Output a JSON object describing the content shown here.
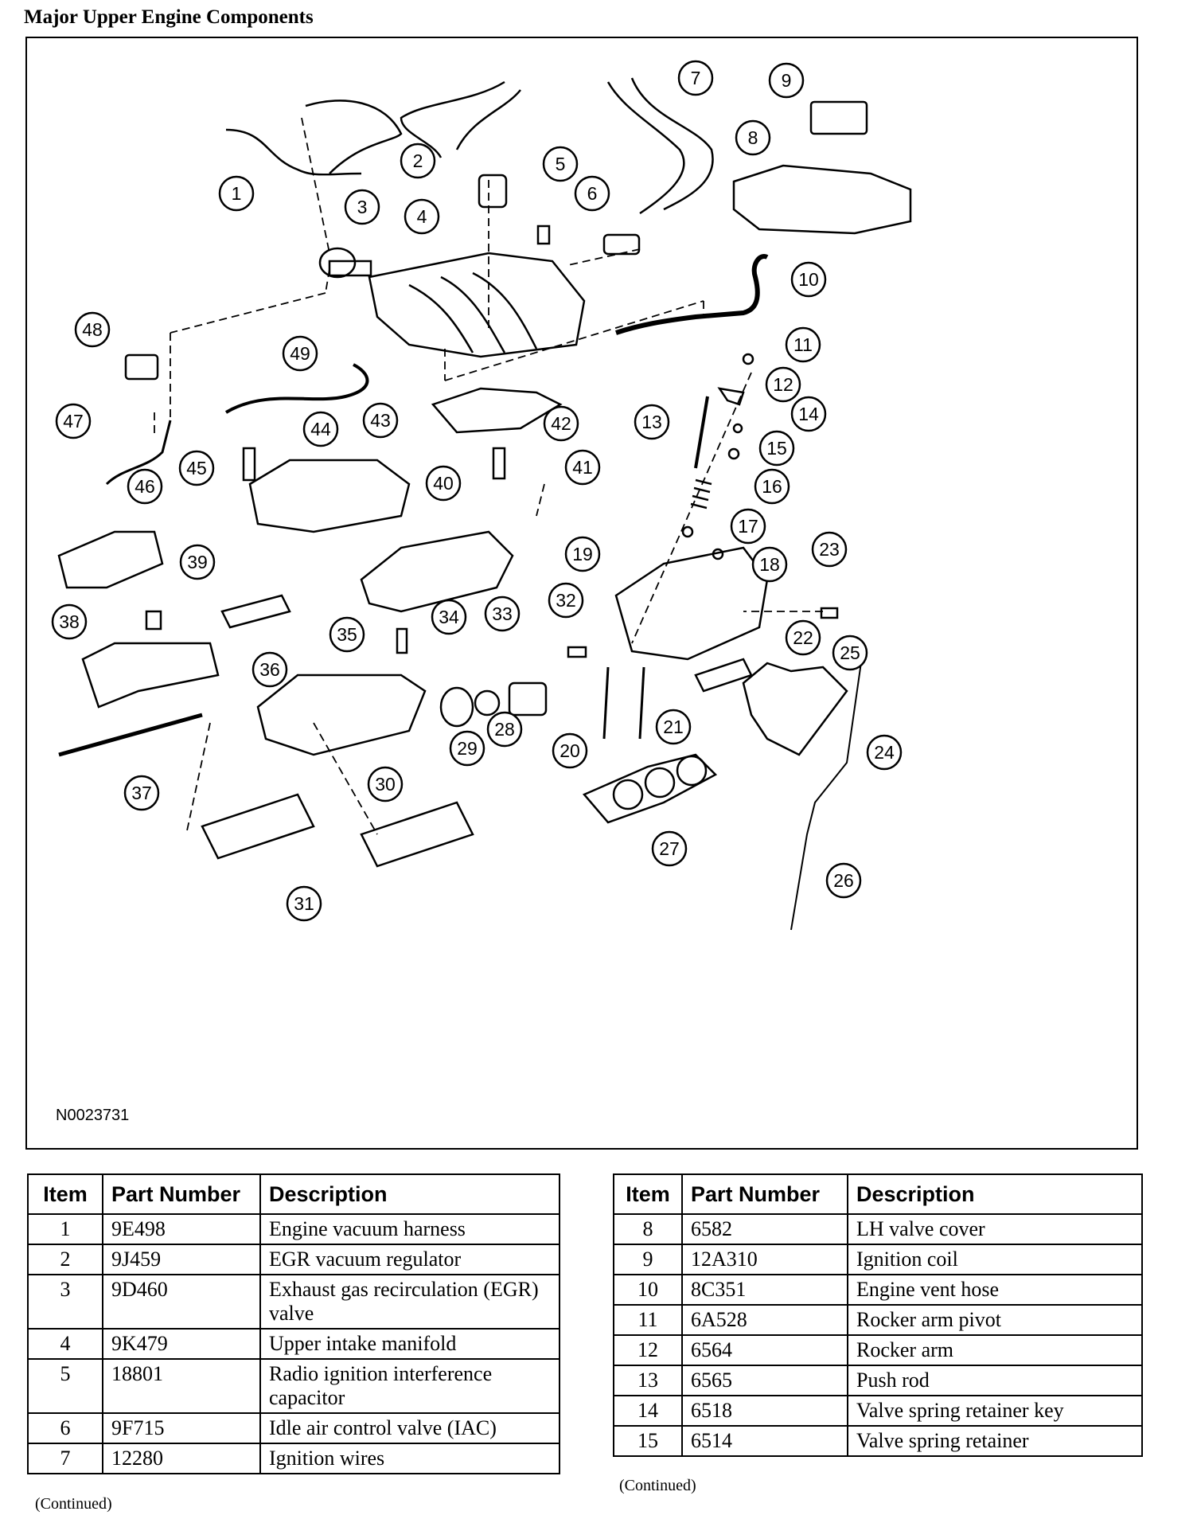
{
  "title": "Major Upper Engine Components",
  "figure": {
    "code": "N0023731",
    "callouts": [
      "1",
      "2",
      "3",
      "4",
      "5",
      "6",
      "7",
      "8",
      "9",
      "10",
      "11",
      "12",
      "13",
      "14",
      "15",
      "16",
      "17",
      "18",
      "19",
      "20",
      "21",
      "22",
      "23",
      "24",
      "25",
      "26",
      "27",
      "28",
      "29",
      "30",
      "31",
      "32",
      "33",
      "34",
      "35",
      "36",
      "37",
      "38",
      "39",
      "40",
      "41",
      "42",
      "43",
      "44",
      "45",
      "46",
      "47",
      "48",
      "49"
    ]
  },
  "tables": {
    "headers": {
      "item": "Item",
      "part_number": "Part Number",
      "description": "Description"
    },
    "left": [
      {
        "item": "1",
        "part": "9E498",
        "desc": "Engine vacuum harness"
      },
      {
        "item": "2",
        "part": "9J459",
        "desc": "EGR vacuum regulator"
      },
      {
        "item": "3",
        "part": "9D460",
        "desc": "Exhaust gas recirculation (EGR) valve"
      },
      {
        "item": "4",
        "part": "9K479",
        "desc": "Upper intake manifold"
      },
      {
        "item": "5",
        "part": "18801",
        "desc": "Radio ignition interference capacitor"
      },
      {
        "item": "6",
        "part": "9F715",
        "desc": "Idle air control valve (IAC)"
      },
      {
        "item": "7",
        "part": "12280",
        "desc": "Ignition wires"
      }
    ],
    "right": [
      {
        "item": "8",
        "part": "6582",
        "desc": "LH valve cover"
      },
      {
        "item": "9",
        "part": "12A310",
        "desc": "Ignition coil"
      },
      {
        "item": "10",
        "part": "8C351",
        "desc": "Engine vent hose"
      },
      {
        "item": "11",
        "part": "6A528",
        "desc": "Rocker arm pivot"
      },
      {
        "item": "12",
        "part": "6564",
        "desc": "Rocker arm"
      },
      {
        "item": "13",
        "part": "6565",
        "desc": "Push rod"
      },
      {
        "item": "14",
        "part": "6518",
        "desc": "Valve spring retainer key"
      },
      {
        "item": "15",
        "part": "6514",
        "desc": "Valve spring retainer"
      }
    ],
    "continued_label": "(Continued)"
  }
}
